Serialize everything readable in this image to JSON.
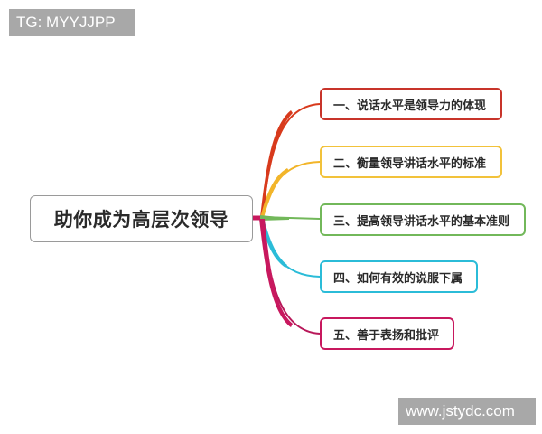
{
  "watermarks": {
    "top": "TG: MYYJJPP",
    "bottom": "www.jstydc.com"
  },
  "mindmap": {
    "root": {
      "label": "助你成为高层次领导"
    },
    "branches": [
      {
        "label": "一、说话水平是领导力的体现",
        "color": "#c8342a"
      },
      {
        "label": "二、衡量领导讲话水平的标准",
        "color": "#f2c23a"
      },
      {
        "label": "三、提高领导讲话水平的基本准则",
        "color": "#72b85a"
      },
      {
        "label": "四、如何有效的说服下属",
        "color": "#2bbcd8"
      },
      {
        "label": "五、善于表扬和批评",
        "color": "#c8185e"
      }
    ]
  }
}
